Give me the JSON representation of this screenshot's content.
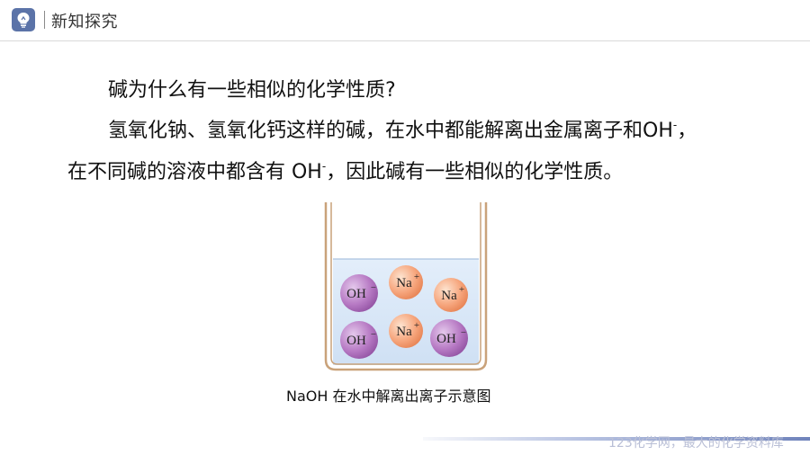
{
  "header": {
    "icon": "lightbulb-icon",
    "title": "新知探究",
    "accent_color": "#5b73a8"
  },
  "content": {
    "question": "碱为什么有一些相似的化学性质?",
    "explanation_line1_main": "氢氧化钠、氢氧化钙这样的碱，在水中都能解离出金属离子和OH",
    "explanation_line1_sup": "-",
    "explanation_line1_end": "，",
    "explanation_line2_start": "在不同碱的溶液中都含有 OH",
    "explanation_line2_sup": "-",
    "explanation_line2_end": "，因此碱有一些相似的化学性质。"
  },
  "figure": {
    "ions": [
      {
        "label": "OH",
        "charge": "−",
        "type": "anion"
      },
      {
        "label": "Na",
        "charge": "+",
        "type": "cation"
      },
      {
        "label": "Na",
        "charge": "+",
        "type": "cation"
      },
      {
        "label": "OH",
        "charge": "−",
        "type": "anion"
      },
      {
        "label": "Na",
        "charge": "+",
        "type": "cation"
      },
      {
        "label": "OH",
        "charge": "−",
        "type": "anion"
      }
    ],
    "caption": "NaOH 在水中解离出离子示意图",
    "anion_color": "#a561b3",
    "cation_color": "#f2956b"
  },
  "footer": {
    "watermark": "123化学网，最大的化学资料库"
  }
}
